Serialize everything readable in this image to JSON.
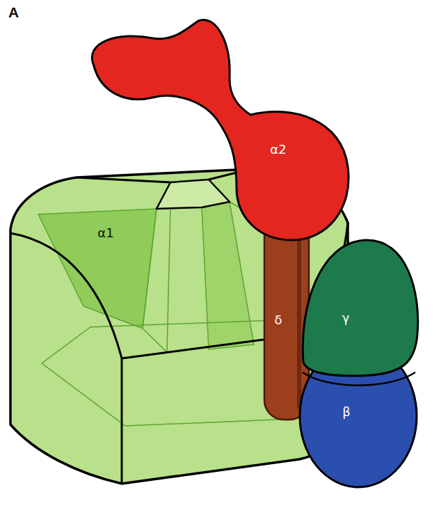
{
  "diagram": {
    "nodes": [
      {
        "text": [
          "α2"
        ]
      },
      {
        "text": [
          "α1"
        ]
      },
      {
        "text": [
          "δ"
        ]
      },
      {
        "text": [
          "γ"
        ]
      },
      {
        "text": [
          "β"
        ]
      }
    ],
    "labels": [
      "A"
    ]
  }
}
